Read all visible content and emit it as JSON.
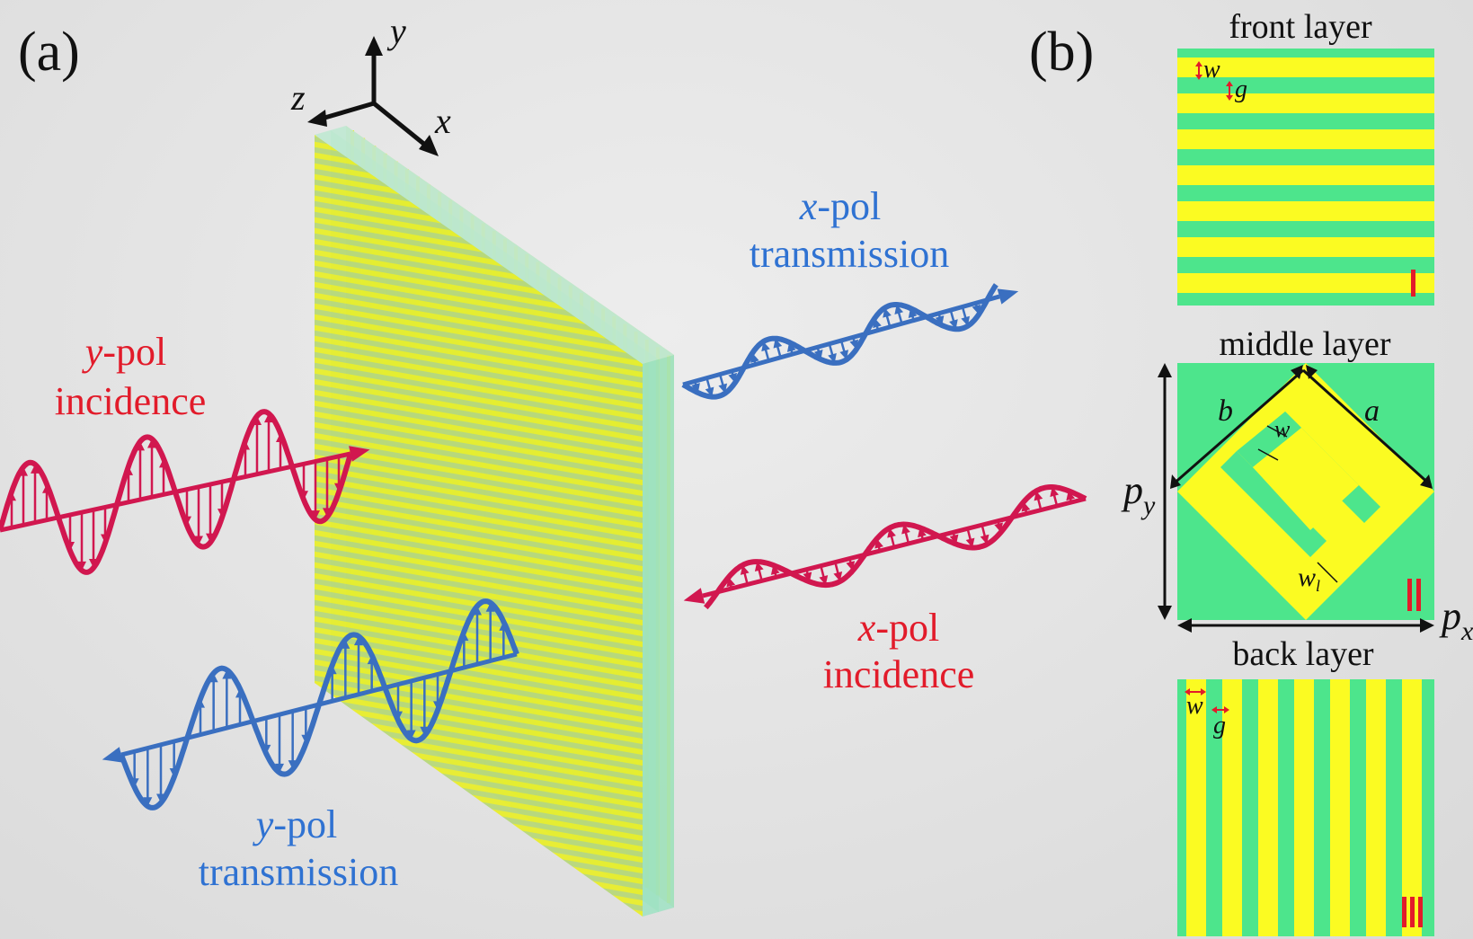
{
  "colors": {
    "red": "#d1174f",
    "blue": "#3a6fc0",
    "metal": "#fbfb22",
    "substrate": "#4de58c",
    "caption_red": "#e21b2a",
    "caption_blue": "#2f72d2",
    "marker_red": "#e21b2a"
  },
  "panel_a": {
    "label": "(a)",
    "axes": {
      "y": "y",
      "z": "z",
      "x": "x"
    },
    "y_pol_incidence": {
      "var": "y",
      "suffix": "-pol",
      "line2": "incidence"
    },
    "x_pol_transmission": {
      "var": "x",
      "suffix": "-pol",
      "line2": "transmission"
    },
    "x_pol_incidence": {
      "var": "x",
      "suffix": "-pol",
      "line2": "incidence"
    },
    "y_pol_transmission": {
      "var": "y",
      "suffix": "-pol",
      "line2": "transmission"
    }
  },
  "panel_b": {
    "label": "(b)",
    "front": {
      "title": "front layer",
      "w": "w",
      "g": "g",
      "marker": "I"
    },
    "middle": {
      "title": "middle layer",
      "a": "a",
      "b": "b",
      "w": "w",
      "w1": "w",
      "w1_sub": "l",
      "py": "p",
      "py_sub": "y",
      "px": "p",
      "px_sub": "x",
      "marker": "II"
    },
    "back": {
      "title": "back layer",
      "w": "w",
      "g": "g",
      "marker": "III"
    }
  }
}
